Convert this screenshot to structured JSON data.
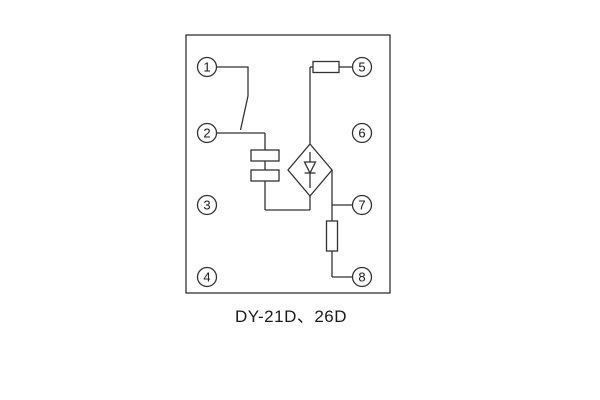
{
  "diagram": {
    "caption": "DY-21D、26D",
    "terminals": [
      {
        "id": "terminal-1",
        "label": "1"
      },
      {
        "id": "terminal-2",
        "label": "2"
      },
      {
        "id": "terminal-3",
        "label": "3"
      },
      {
        "id": "terminal-4",
        "label": "4"
      },
      {
        "id": "terminal-5",
        "label": "5"
      },
      {
        "id": "terminal-6",
        "label": "6"
      },
      {
        "id": "terminal-7",
        "label": "7"
      },
      {
        "id": "terminal-8",
        "label": "8"
      }
    ],
    "components": [
      {
        "name": "contact-switch"
      },
      {
        "name": "parallel-resistor-pair"
      },
      {
        "name": "series-resistor"
      },
      {
        "name": "bridge-rectifier"
      },
      {
        "name": "diode"
      },
      {
        "name": "dropping-resistor"
      }
    ],
    "colors": {
      "line": "#333333",
      "background": "#ffffff"
    }
  }
}
